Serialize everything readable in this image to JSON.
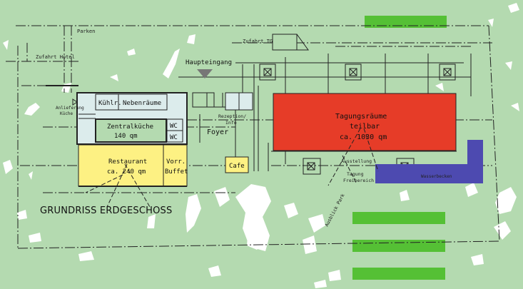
{
  "title": "GRUNDRISS ERDGESCHOSS",
  "labels": {
    "parken": "Parken",
    "zufahrt_hotel": "Zufahrt Hotel",
    "zufahrt_tg": "Zufahrt TG",
    "haupteingang": "Haupteingang",
    "anlieferung": "Anlieferung",
    "kueche": "Küche",
    "kuehlr": "Kühlr.",
    "nebenraeume": "Nebenräume",
    "zentralkueche": "Zentralküche",
    "zentralkueche_area": "140 qm",
    "wc1": "WC",
    "wc2": "WC",
    "restaurant": "Restaurant",
    "restaurant_area": "ca. 240 qm",
    "vorr": "Vorr.",
    "buffet": "Buffet",
    "rezeption": "Rezeption/",
    "info": "Info",
    "foyer": "Foyer",
    "cafe": "Cafe",
    "tagungsraeume": "Tagungsräume",
    "teilbar": "teilbar",
    "tagung_area": "ca. 1030 qm",
    "ausstellung": "Ausstellung",
    "tagung": "Tagung",
    "freibereich": "Freibereich",
    "wasserbecken": "Wasserbecken",
    "ausblick_park": "Ausblick Park"
  },
  "colors": {
    "background": "#b4dab0",
    "bright_green": "#55c035",
    "tagung_red": "#e63c28",
    "restaurant_yellow": "#fdf183",
    "water_blue": "#4d4ab0",
    "kitchen_light": "#dcecec",
    "line": "#222222"
  }
}
